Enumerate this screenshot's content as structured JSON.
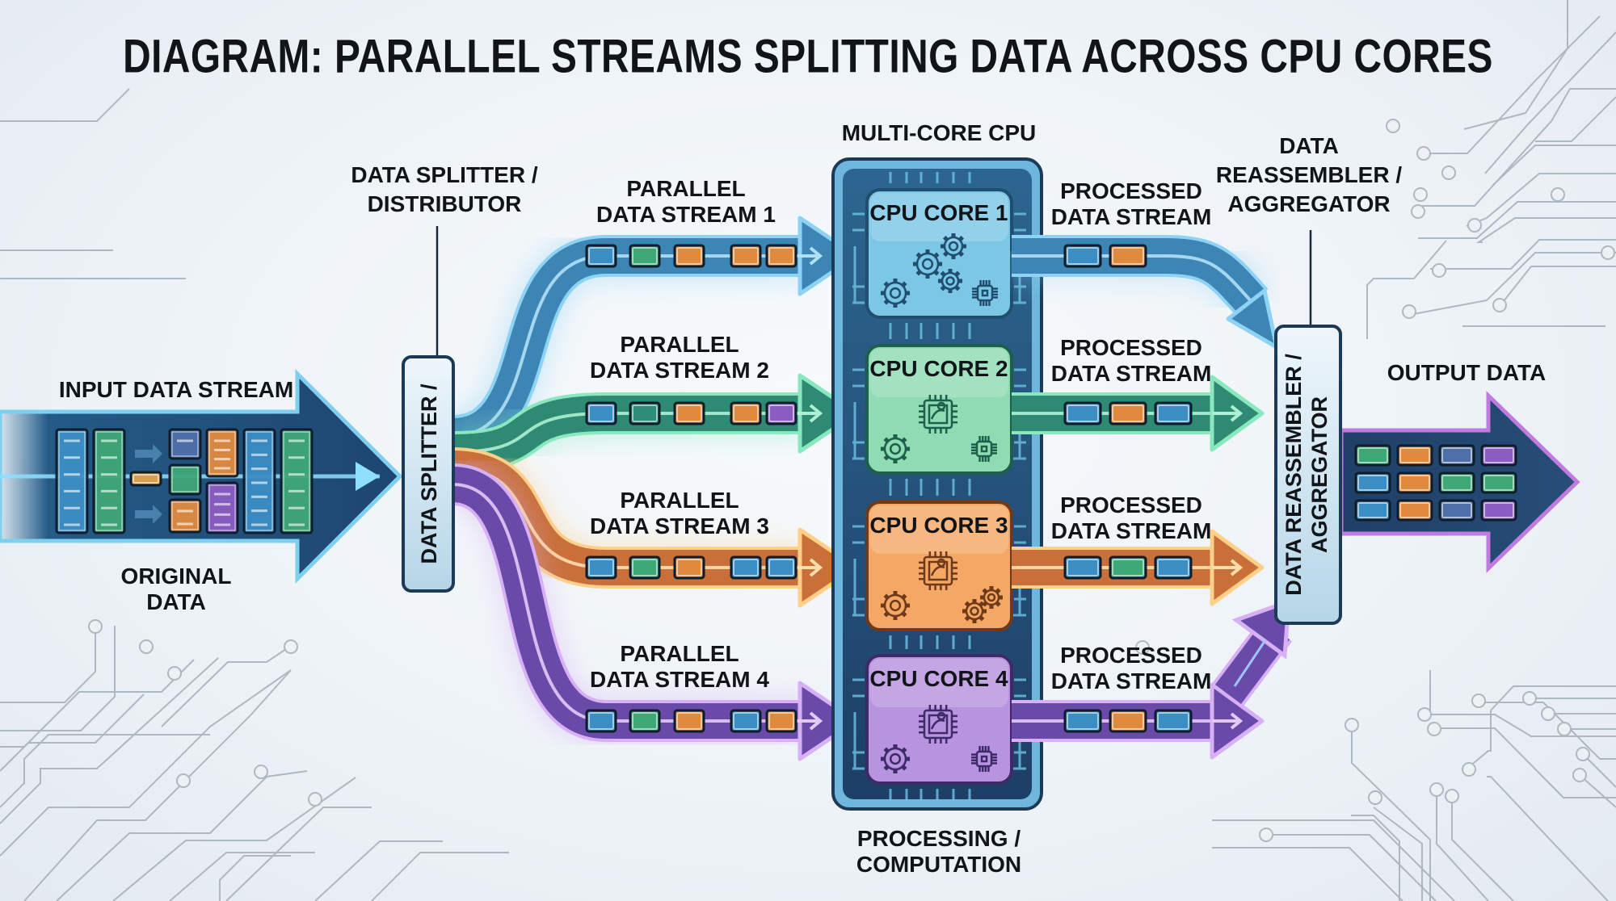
{
  "title": "DIAGRAM: PARALLEL STREAMS SPLITTING DATA ACROSS CPU CORES",
  "input": {
    "label": "INPUT DATA STREAM",
    "sublabel_lines": [
      "ORIGINAL",
      "DATA"
    ],
    "block_colors": [
      "blue",
      "green",
      "yellow",
      "blue",
      "green",
      "orange",
      "orange",
      "purple",
      "blue",
      "green"
    ]
  },
  "splitter": {
    "heading_lines": [
      "DATA SPLITTER /",
      "DISTRIBUTOR"
    ],
    "box_label": "DATA SPLITTER /"
  },
  "streams": [
    {
      "label_lines": [
        "PARALLEL",
        "DATA STREAM 1"
      ],
      "color": "#3d85b5",
      "glow": "#8fd3f4",
      "packets": [
        "blue",
        "green",
        "orange",
        "orange",
        "orange"
      ]
    },
    {
      "label_lines": [
        "PARALLEL",
        "DATA STREAM 2"
      ],
      "color": "#2e8a72",
      "glow": "#8ae8c0",
      "packets": [
        "blue",
        "teal",
        "orange",
        "orange",
        "purple"
      ]
    },
    {
      "label_lines": [
        "PARALLEL",
        "DATA STREAM 3"
      ],
      "color": "#c9703a",
      "glow": "#ffd08a",
      "packets": [
        "blue",
        "green",
        "orange",
        "blue",
        "blue"
      ]
    },
    {
      "label_lines": [
        "PARALLEL",
        "DATA STREAM 4"
      ],
      "color": "#6a4aa8",
      "glow": "#d7b0f5",
      "packets": [
        "blue",
        "green",
        "orange",
        "blue",
        "orange"
      ]
    }
  ],
  "cpu": {
    "heading": "MULTI-CORE CPU",
    "footer_lines": [
      "PROCESSING /",
      "COMPUTATION"
    ],
    "cores": [
      {
        "label": "CPU CORE 1",
        "fill": "#7cc6e6",
        "stroke": "#1f4e6e",
        "icons": [
          "gears-icon",
          "gear-icon",
          "chip-icon"
        ]
      },
      {
        "label": "CPU CORE 2",
        "fill": "#8fdcb4",
        "stroke": "#1f5e4a",
        "icons": [
          "chip-icon",
          "gear-icon",
          "chip-icon"
        ]
      },
      {
        "label": "CPU CORE 3",
        "fill": "#f5a866",
        "stroke": "#6e3a1a",
        "icons": [
          "chip-icon",
          "gear-icon",
          "gears-icon"
        ]
      },
      {
        "label": "CPU CORE 4",
        "fill": "#b793e0",
        "stroke": "#3e2a66",
        "icons": [
          "chip-icon",
          "gear-icon",
          "chip-icon"
        ]
      }
    ]
  },
  "processed": [
    {
      "label_lines": [
        "PROCESSED",
        "DATA STREAM"
      ],
      "packets": [
        "blue",
        "orange"
      ]
    },
    {
      "label_lines": [
        "PROCESSED",
        "DATA STREAM"
      ],
      "packets": [
        "blue",
        "orange",
        "blue"
      ]
    },
    {
      "label_lines": [
        "PROCESSED",
        "DATA STREAM"
      ],
      "packets": [
        "blue",
        "green",
        "blue"
      ]
    },
    {
      "label_lines": [
        "PROCESSED",
        "DATA STREAM"
      ],
      "packets": [
        "blue",
        "orange",
        "blue"
      ]
    }
  ],
  "aggregator": {
    "heading_lines": [
      "DATA",
      "REASSEMBLER /",
      "AGGREGATOR"
    ],
    "box_label_lines": [
      "DATA REASSEMBLER /",
      "AGGREGATOR"
    ]
  },
  "output": {
    "label": "OUTPUT DATA",
    "grid": [
      [
        "green",
        "orange",
        "slate",
        "purple"
      ],
      [
        "blue",
        "orange",
        "green",
        "green"
      ],
      [
        "blue",
        "orange",
        "slate",
        "purple"
      ]
    ]
  },
  "palette": {
    "blue": "#3b8ec4",
    "green": "#3fa877",
    "teal": "#2f8c78",
    "orange": "#e08a3e",
    "yellow": "#d8a04a",
    "purple": "#8b5cc2",
    "slate": "#4f6fa8",
    "navy": "#1e4468",
    "cpu_body": "#24527a"
  }
}
